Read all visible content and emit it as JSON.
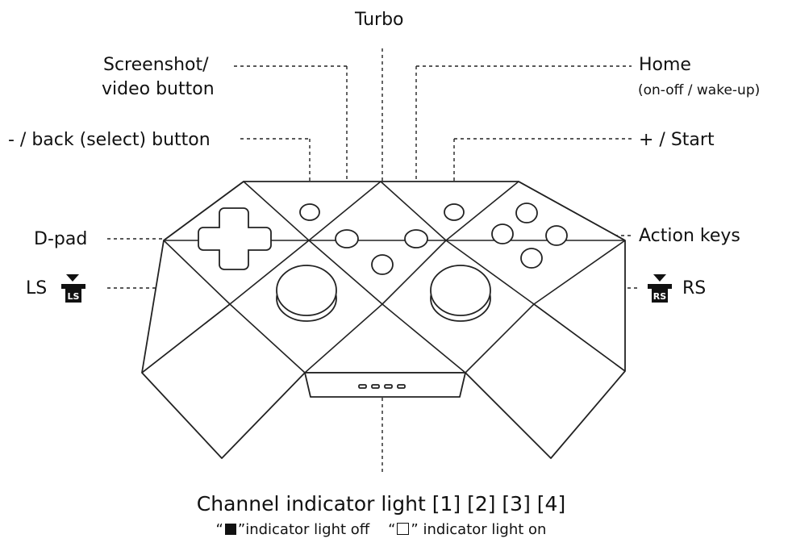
{
  "labels": {
    "turbo": "Turbo",
    "screenshot_line1": "Screenshot/",
    "screenshot_line2": "video button",
    "back": "- / back (select) button",
    "dpad": "D-pad",
    "ls": "LS",
    "home": "Home",
    "home_sub": "(on-off / wake-up)",
    "start": "+ / Start",
    "action": "Action keys",
    "rs": "RS"
  },
  "badges": {
    "ls": "LS",
    "rs": "RS"
  },
  "footer": {
    "title": "Channel indicator light  [1] [2] [3] [4]",
    "legend_off_open": "“",
    "legend_off_text": "”indicator light off",
    "legend_on_open": "“",
    "legend_on_text": "” indicator light on"
  }
}
